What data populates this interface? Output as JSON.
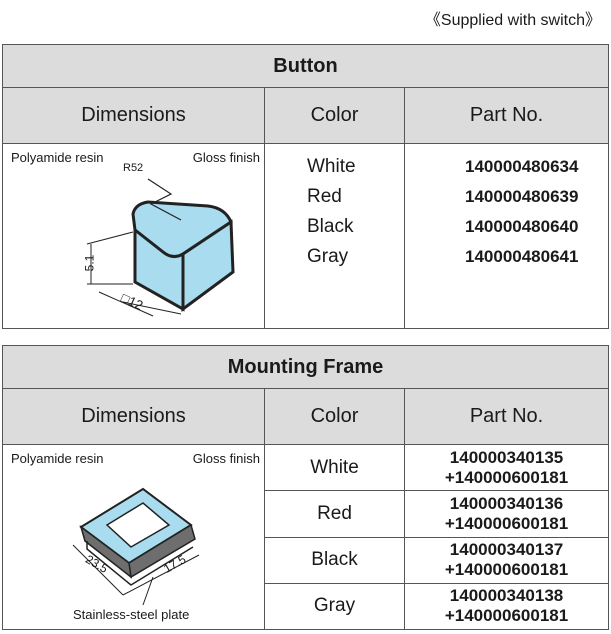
{
  "note": "《Supplied with switch》",
  "headers": {
    "dimensions": "Dimensions",
    "color": "Color",
    "part_no": "Part No."
  },
  "button": {
    "title": "Button",
    "material": "Polyamide resin",
    "finish": "Gloss finish",
    "dims": {
      "radius": "R52",
      "height": "5.1",
      "size": "□12"
    },
    "rows": [
      {
        "color": "White",
        "part": "140000480634"
      },
      {
        "color": "Red",
        "part": "140000480639"
      },
      {
        "color": "Black",
        "part": "140000480640"
      },
      {
        "color": "Gray",
        "part": "140000480641"
      }
    ]
  },
  "frame": {
    "title": "Mounting Frame",
    "material": "Polyamide resin",
    "finish": "Gloss finish",
    "plate": "Stainless-steel plate",
    "dims": {
      "width": "23.5",
      "depth": "17.5"
    },
    "rows": [
      {
        "color": "White",
        "part": "140000340135",
        "extra": "+140000600181"
      },
      {
        "color": "Red",
        "part": "140000340136",
        "extra": "+140000600181"
      },
      {
        "color": "Black",
        "part": "140000340137",
        "extra": "+140000600181"
      },
      {
        "color": "Gray",
        "part": "140000340138",
        "extra": "+140000600181"
      }
    ]
  },
  "colors": {
    "fill": "#a9dcef",
    "header_bg": "#dcdcdc"
  }
}
